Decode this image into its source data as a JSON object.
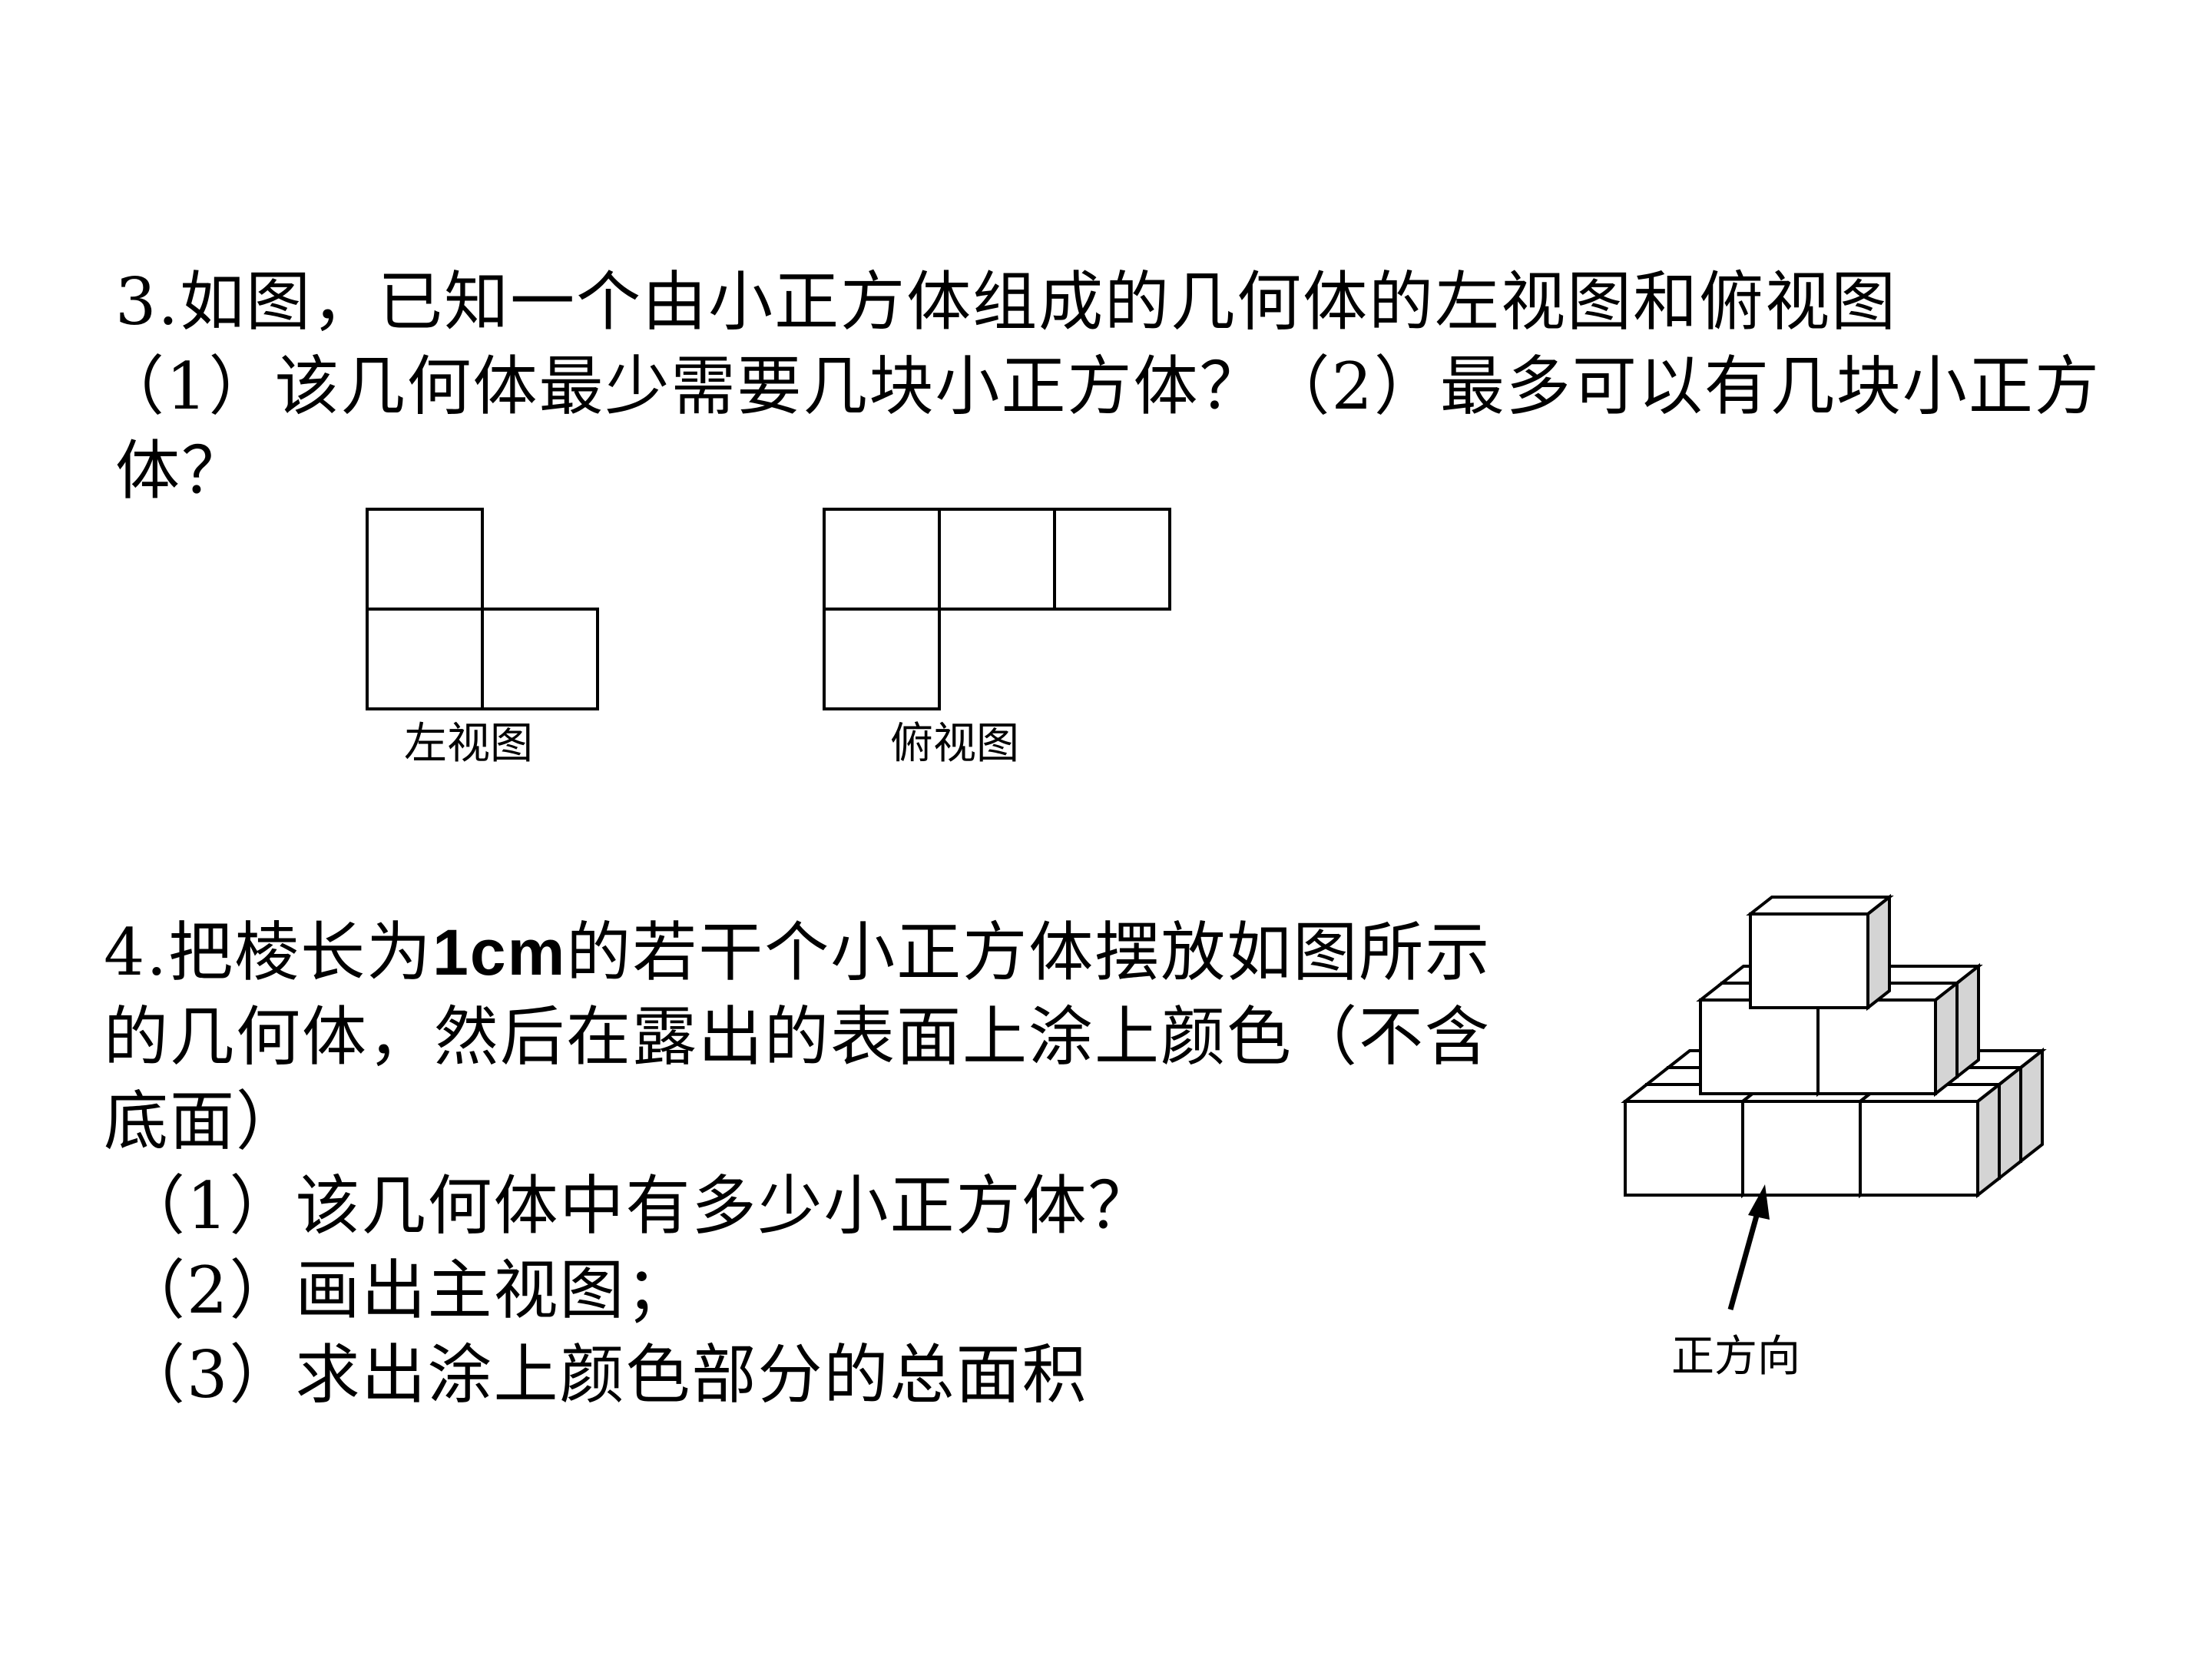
{
  "problem3": {
    "line1": "3.如图，已知一个由小正方体组成的几何体的左视图和俯视图",
    "line2": "（1）该几何体最少需要几块小正方体？（2）最多可以有几块小正方",
    "line3": "体？"
  },
  "figure_left_view": {
    "caption": "左视图"
  },
  "figure_top_view": {
    "caption": "俯视图"
  },
  "problem4": {
    "line1_pre": "4.把棱长为",
    "line1_bold": "1cm",
    "line1_post": "的若干个小正方体摆放如图所示",
    "line2": "的几何体，然后在露出的表面上涂上颜色（不含",
    "line3": "底面）",
    "q1": "（1）该几何体中有多少小正方体？",
    "q2": "（2）画出主视图；",
    "q3": "（3）求出涂上颜色部分的总面积"
  },
  "figure_cubes": {
    "arrow_label": "正方向",
    "colors": {
      "front": "#ffffff",
      "top": "#ffffff",
      "side": "#d4d4d4",
      "line": "#000000"
    }
  }
}
